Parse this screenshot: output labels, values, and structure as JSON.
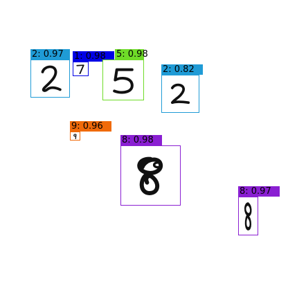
{
  "detections": [
    {
      "id": "d1",
      "label": "2: 0.97",
      "digit": "2",
      "score": 0.97,
      "color": "#1f9bd6"
    },
    {
      "id": "d2",
      "label": "1: 0.98",
      "digit": "7",
      "score": 0.98,
      "color": "#0000e6"
    },
    {
      "id": "d3",
      "label": "5: 0.98",
      "digit": "5",
      "score": 0.98,
      "color": "#6fdc28"
    },
    {
      "id": "d4",
      "label": "2: 0.82",
      "digit": "2",
      "score": 0.82,
      "color": "#1f9bd6"
    },
    {
      "id": "d5",
      "label": "9: 0.96",
      "digit": "9",
      "score": 0.96,
      "color": "#f06a0a"
    },
    {
      "id": "d6",
      "label": "8: 0.98",
      "digit": "8",
      "score": 0.98,
      "color": "#8a1fd2"
    },
    {
      "id": "d7",
      "label": "8: 0.97",
      "digit": "8",
      "score": 0.97,
      "color": "#8a1fd2"
    }
  ]
}
